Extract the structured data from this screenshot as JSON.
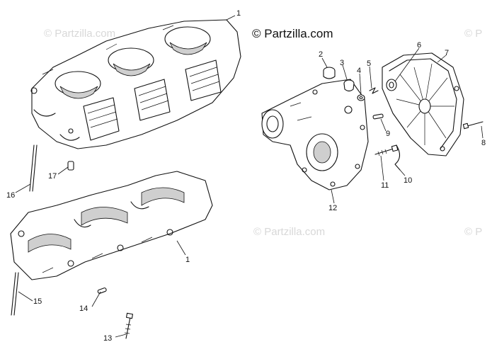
{
  "brand_watermark": "© Partzilla.com",
  "background_watermarks": [
    "© Partzilla.com",
    "© P",
    "© Partzilla.com",
    "© P"
  ],
  "callouts": [
    {
      "id": "c1a",
      "label": "1"
    },
    {
      "id": "c1b",
      "label": "1"
    },
    {
      "id": "c2",
      "label": "2"
    },
    {
      "id": "c3",
      "label": "3"
    },
    {
      "id": "c4",
      "label": "4"
    },
    {
      "id": "c5",
      "label": "5"
    },
    {
      "id": "c6",
      "label": "6"
    },
    {
      "id": "c7",
      "label": "7"
    },
    {
      "id": "c8",
      "label": "8"
    },
    {
      "id": "c9",
      "label": "9"
    },
    {
      "id": "c10",
      "label": "10"
    },
    {
      "id": "c11",
      "label": "11"
    },
    {
      "id": "c12",
      "label": "12"
    },
    {
      "id": "c13",
      "label": "13"
    },
    {
      "id": "c14",
      "label": "14"
    },
    {
      "id": "c15",
      "label": "15"
    },
    {
      "id": "c16",
      "label": "16"
    },
    {
      "id": "c17",
      "label": "17"
    }
  ]
}
